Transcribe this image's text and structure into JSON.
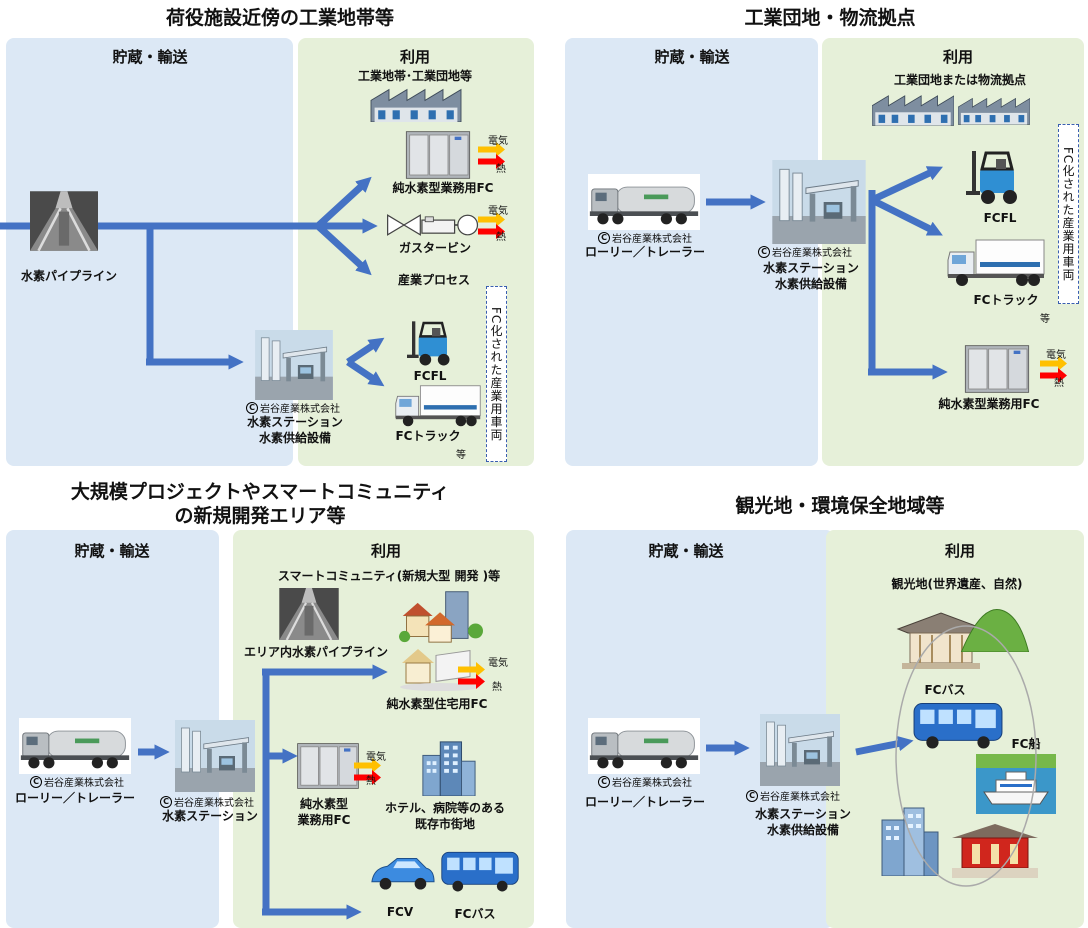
{
  "q1": {
    "title": "荷役施設近傍の工業地帯等",
    "storage_heading": "貯蔵・輸送",
    "usage_heading": "利用",
    "industrial_area": "工業地帯･工業団地等",
    "pipeline_label": "水素パイプライン",
    "pure_h2_fc": "純水素型業務用FC",
    "gas_turbine": "ガスタービン",
    "industrial_process": "産業プロセス",
    "fcfl": "FCFL",
    "fc_truck": "FCトラック",
    "etc": "等",
    "copyright": "岩谷産業株式会社",
    "station_line1": "水素ステーション",
    "station_line2": "水素供給設備",
    "electricity": "電気",
    "heat": "熱",
    "vertical_note": "FC化された産業用車両"
  },
  "q2": {
    "title": "工業団地・物流拠点",
    "storage_heading": "貯蔵・輸送",
    "usage_heading": "利用",
    "area": "工業団地または物流拠点",
    "truck_copyright": "岩谷産業株式会社",
    "lorry": "ローリー／トレーラー",
    "station_copyright": "岩谷産業株式会社",
    "station_line1": "水素ステーション",
    "station_line2": "水素供給設備",
    "fcfl": "FCFL",
    "fc_truck": "FCトラック",
    "etc": "等",
    "pure_h2_fc": "純水素型業務用FC",
    "electricity": "電気",
    "heat": "熱",
    "vertical_note": "FC化された産業用車両"
  },
  "q3": {
    "title_line1": "大規模プロジェクトやスマートコミュニティ",
    "title_line2": "の新規開発エリア等",
    "storage_heading": "貯蔵・輸送",
    "usage_heading": "利用",
    "smart_community": "スマートコミュニティ(新規大型 開発 )等",
    "area_pipeline": "エリア内水素パイプライン",
    "pure_h2_residential": "純水素型住宅用FC",
    "electricity1": "電気",
    "heat1": "熱",
    "truck_copyright": "岩谷産業株式会社",
    "lorry": "ローリー／トレーラー",
    "station_copyright": "岩谷産業株式会社",
    "station": "水素ステーション",
    "pure_h2_business_line1": "純水素型",
    "pure_h2_business_line2": "業務用FC",
    "electricity2": "電気",
    "heat2": "熱",
    "hotel_line1": "ホテル、病院等のある",
    "hotel_line2": "既存市街地",
    "fcv": "FCV",
    "fc_bus": "FCバス"
  },
  "q4": {
    "title": "観光地・環境保全地域等",
    "storage_heading": "貯蔵・輸送",
    "usage_heading": "利用",
    "tourist_area": "観光地(世界遺産、自然)",
    "fc_bus": "FCバス",
    "fc_ship": "FC船",
    "truck_copyright": "岩谷産業株式会社",
    "lorry": "ローリー／トレーラー",
    "station_copyright": "岩谷産業株式会社",
    "station_line1": "水素ステーション",
    "station_line2": "水素供給設備"
  },
  "colors": {
    "arrow": "#4472c4",
    "panel_blue": "#dce8f5",
    "panel_green": "#e6f0d9",
    "yellow_arrow": "#ffc000",
    "red_arrow": "#ff0000",
    "dashed_border": "#3a5fb0"
  },
  "icons": [
    "factory-icon",
    "pipeline-photo",
    "fuel-cell-unit-icon",
    "gas-turbine-icon",
    "forklift-icon",
    "truck-icon",
    "tanker-truck-photo",
    "hydrogen-station-photo",
    "houses-icon",
    "buildings-icon",
    "car-icon",
    "bus-icon",
    "temple-icon",
    "ship-icon",
    "mountain-icon"
  ]
}
